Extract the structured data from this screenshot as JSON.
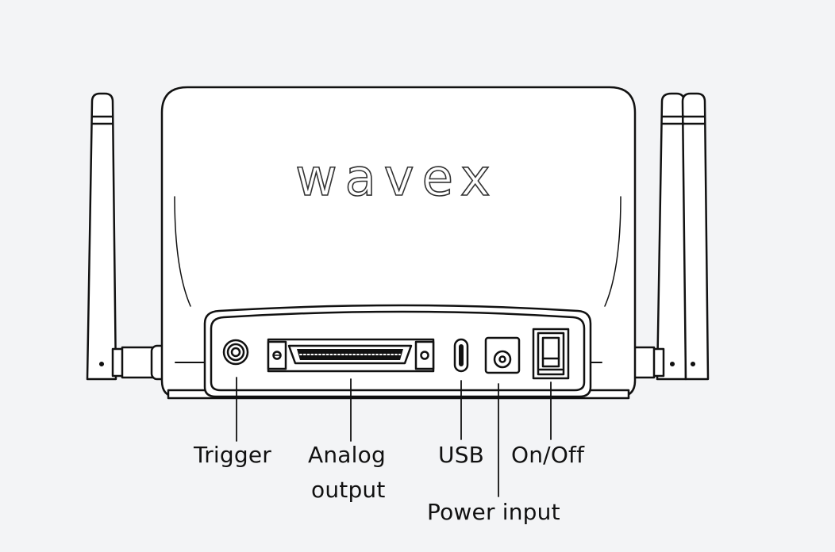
{
  "device": {
    "brand": "wavex"
  },
  "labels": {
    "trigger": "Trigger",
    "analog_line1": "Analog",
    "analog_line2": "output",
    "usb": "USB",
    "power": "Power input",
    "onoff": "On/Off"
  },
  "colors": {
    "background": "#f3f4f6",
    "outline": "#111111",
    "body_fill": "#ffffff",
    "brand_fill": "#ffffff"
  }
}
